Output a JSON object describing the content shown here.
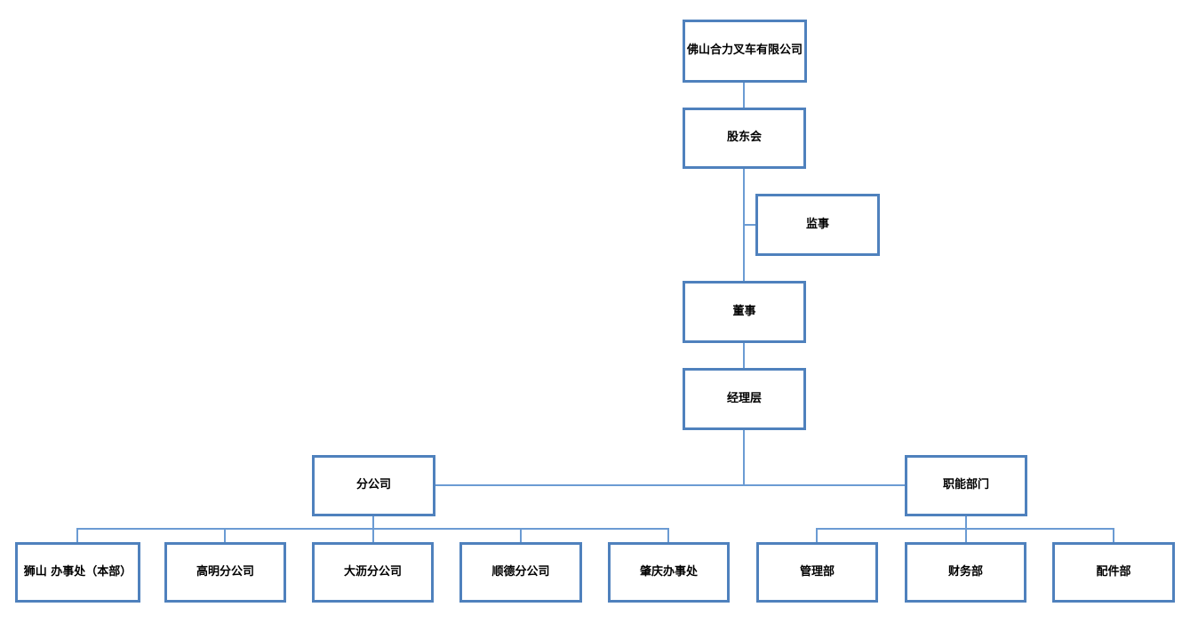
{
  "colors": {
    "box_border": "#4f81bd",
    "connector": "#6b9bd3",
    "text": "#000000",
    "background": "#ffffff"
  },
  "nodes": {
    "company": {
      "label": "佛山合力叉车有限公司"
    },
    "shareholders": {
      "label": "股东会"
    },
    "supervisor": {
      "label": "监事"
    },
    "director": {
      "label": "董事"
    },
    "management": {
      "label": "经理层"
    },
    "branch": {
      "label": "分公司"
    },
    "functional": {
      "label": "职能部门"
    },
    "branch_children": [
      {
        "label": "狮山 办事处（本部）"
      },
      {
        "label": "高明分公司"
      },
      {
        "label": "大沥分公司"
      },
      {
        "label": "顺德分公司"
      },
      {
        "label": "肇庆办事处"
      }
    ],
    "functional_children": [
      {
        "label": "管理部"
      },
      {
        "label": "财务部"
      },
      {
        "label": "配件部"
      }
    ]
  }
}
